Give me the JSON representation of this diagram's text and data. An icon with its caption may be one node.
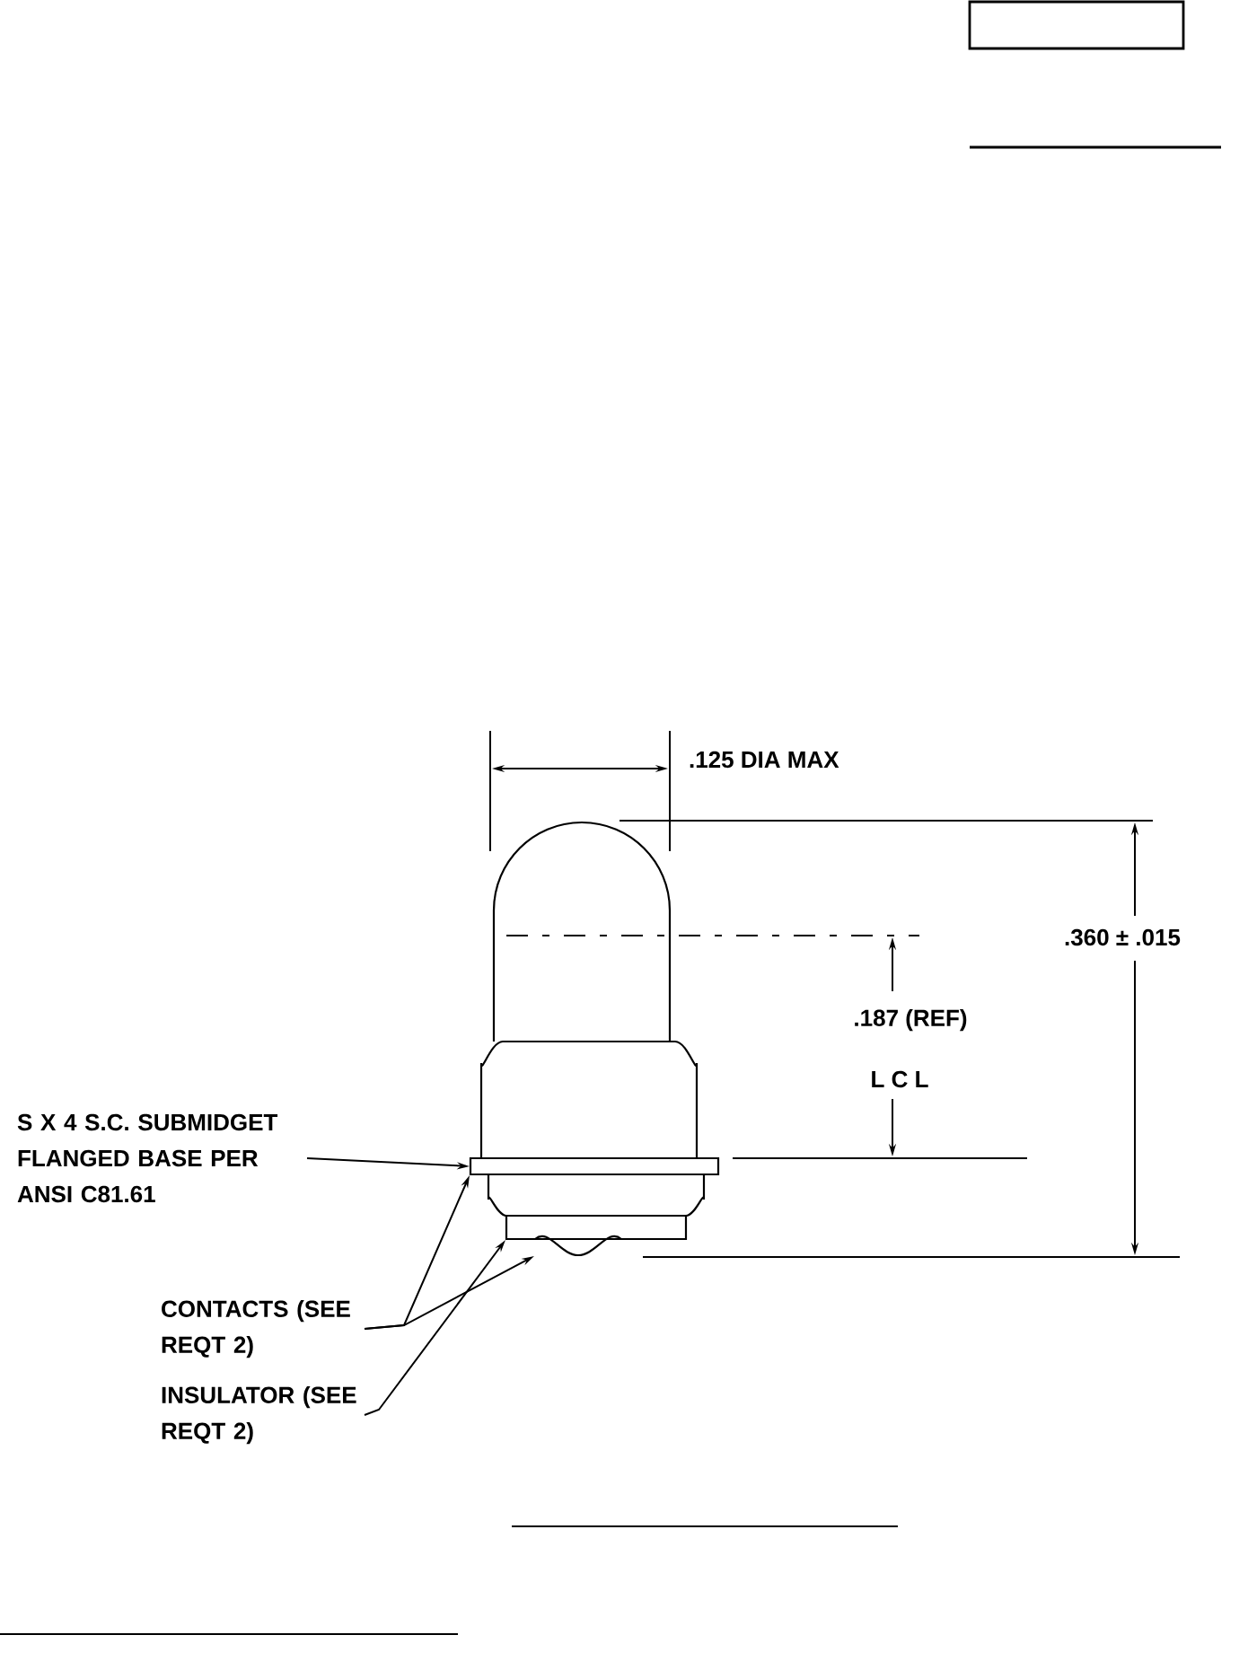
{
  "diagram": {
    "nodes": [
      {
        "text": [
          "S X 4 S.C. SUBMIDGET FLANGED BASE PER ANSI C81.61"
        ]
      },
      {
        "text": [
          "CONTACTS (SEE REQT 2)"
        ]
      },
      {
        "text": [
          "INSULATOR (SEE REQT 2)"
        ]
      },
      {
        "text": [],
        "shape": "box"
      },
      {
        "text": [],
        "shape": "box"
      },
      {
        "text": [],
        "shape": "dome"
      }
    ],
    "edges": [
      {
        "from": 0,
        "to": 3,
        "arrow": "to"
      },
      {
        "from": 1,
        "to": 3,
        "arrow": "to"
      },
      {
        "from": 1,
        "to": 5,
        "arrow": "to"
      },
      {
        "from": 2,
        "to": 4,
        "arrow": "to"
      }
    ],
    "labels": [
      ".125 DIA MAX",
      ".360 ± .015",
      ".187 (REF)",
      "L C L"
    ]
  }
}
